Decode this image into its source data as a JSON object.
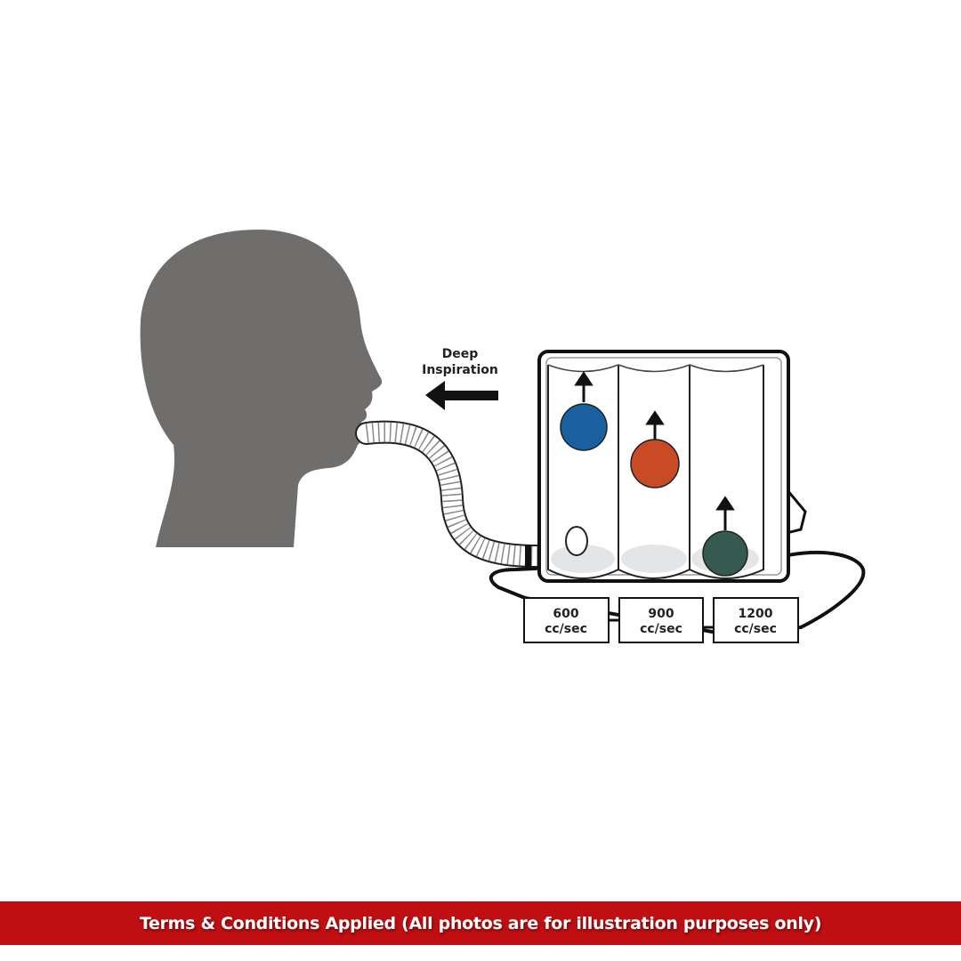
{
  "illustration": {
    "direction_label_line1": "Deep",
    "direction_label_line2": "Inspiration",
    "chambers": [
      {
        "value": "600",
        "unit": "cc/sec",
        "ball_color": "#1a5f9e"
      },
      {
        "value": "900",
        "unit": "cc/sec",
        "ball_color": "#c84b26"
      },
      {
        "value": "1200",
        "unit": "cc/sec",
        "ball_color": "#355a4f"
      }
    ],
    "head_color": "#6f6e6c"
  },
  "banner": {
    "text": "Terms & Conditions Applied (All photos are for illustration purposes only)",
    "color": "#bf0f12"
  }
}
